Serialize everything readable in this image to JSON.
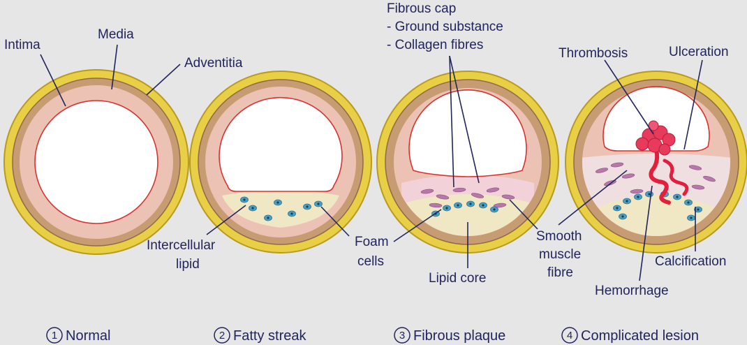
{
  "labels": {
    "intima": "Intima",
    "media": "Media",
    "adventitia": "Adventitia",
    "fibrous_cap": "Fibrous cap",
    "ground_substance": "- Ground substance",
    "collagen_fibres": "- Collagen fibres",
    "thrombosis": "Thrombosis",
    "ulceration": "Ulceration",
    "intercellular_1": "Intercellular",
    "intercellular_2": "lipid",
    "foam_1": "Foam",
    "foam_2": "cells",
    "lipid_core": "Lipid core",
    "smooth_1": "Smooth",
    "smooth_2": "muscle",
    "smooth_3": "fibre",
    "calcification": "Calcification",
    "hemorrhage": "Hemorrhage"
  },
  "stages": [
    {
      "number": "1",
      "name": "Normal"
    },
    {
      "number": "2",
      "name": "Fatty streak"
    },
    {
      "number": "3",
      "name": "Fibrous plaque"
    },
    {
      "number": "4",
      "name": "Complicated lesion"
    }
  ],
  "colors": {
    "background": "#e6e6e6",
    "adventitia": "#e8cf45",
    "media": "#c79c72",
    "intima": "#ecc2b4",
    "lumen": "#ffffff",
    "lumen_edge": "#d8322e",
    "lipid": "#f0e7c4",
    "foam_cell": "#3f8fb0",
    "muscle_fibre": "#b678a8",
    "thrombus": "#e83a5a",
    "text": "#20255a"
  }
}
